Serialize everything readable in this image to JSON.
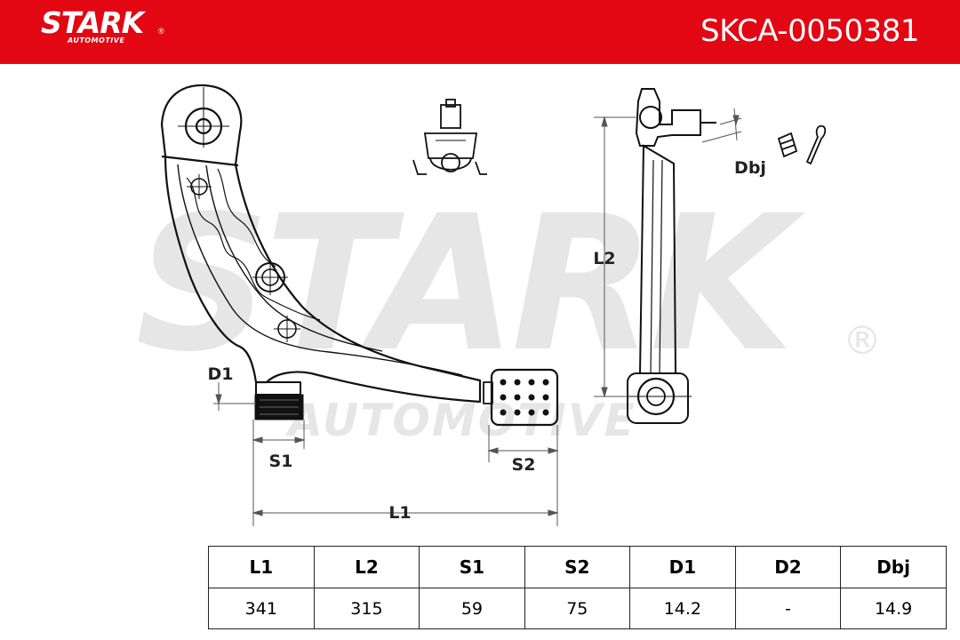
{
  "header": {
    "brand": "STARK",
    "brand_reg": "®",
    "brand_sub": "AUTOMOTIVE",
    "part_code": "SKCA-0050381",
    "color": "#e30613"
  },
  "watermark": {
    "main": "STARK",
    "reg": "®",
    "sub": "AUTOMOTIVE"
  },
  "diagram": {
    "labels": {
      "l1": "L1",
      "l2": "L2",
      "s1": "S1",
      "s2": "S2",
      "d1": "D1",
      "dbj": "Dbj"
    }
  },
  "table": {
    "headers": [
      "L1",
      "L2",
      "S1",
      "S2",
      "D1",
      "D2",
      "Dbj"
    ],
    "values": [
      "341",
      "315",
      "59",
      "75",
      "14.2",
      "-",
      "14.9"
    ]
  }
}
